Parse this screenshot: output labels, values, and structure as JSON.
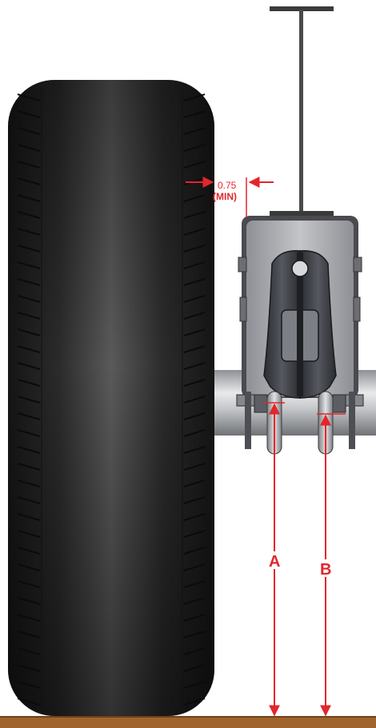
{
  "dimensions": {
    "clearance_value": "0.75",
    "clearance_qualifier": "(MIN)",
    "label_a": "A",
    "label_b": "B"
  },
  "colors": {
    "dimension": "#e3262b",
    "ground": "#a0652e",
    "tire": "#2f2f2f",
    "bracket": "#b4b4b8",
    "axle": "#c9cbce"
  }
}
